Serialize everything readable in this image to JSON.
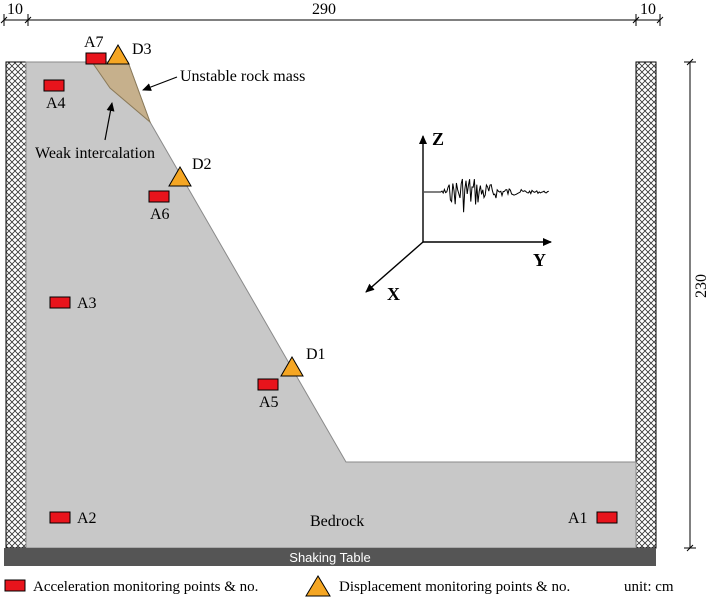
{
  "dimensions": {
    "top_left": "10",
    "top_middle": "290",
    "top_right": "10",
    "right_height": "230"
  },
  "labels": {
    "unstable_rock": "Unstable rock mass",
    "weak_intercalation": "Weak intercalation",
    "bedrock": "Bedrock",
    "shaking_table": "Shaking Table"
  },
  "axes": {
    "z": "Z",
    "y": "Y",
    "x": "X"
  },
  "acceleration_points": [
    {
      "id": "A1"
    },
    {
      "id": "A2"
    },
    {
      "id": "A3"
    },
    {
      "id": "A4"
    },
    {
      "id": "A5"
    },
    {
      "id": "A6"
    },
    {
      "id": "A7"
    }
  ],
  "displacement_points": [
    {
      "id": "D1"
    },
    {
      "id": "D2"
    },
    {
      "id": "D3"
    }
  ],
  "legend": {
    "acceleration": "Acceleration monitoring points & no.",
    "displacement": "Displacement monitoring points & no.",
    "unit": "unit: cm"
  },
  "colors": {
    "acceleration_marker": "#e8141c",
    "displacement_marker": "#f5a623",
    "slope_fill": "#c8c8c8",
    "unstable_fill": "#c6b08c",
    "table_fill": "#555555"
  }
}
